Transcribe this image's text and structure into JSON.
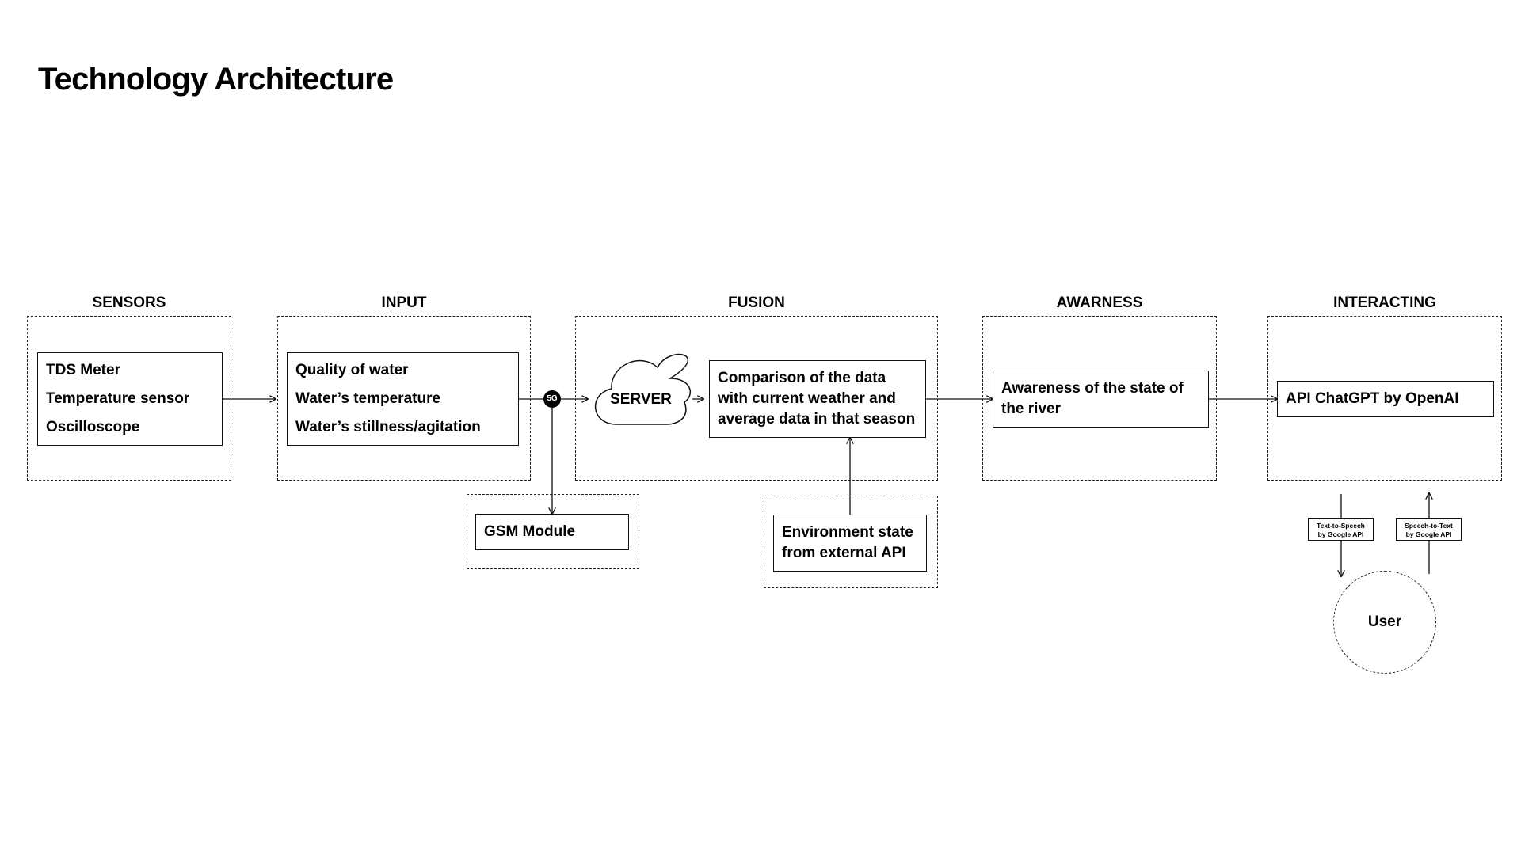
{
  "title": "Technology Architecture",
  "stages": {
    "sensors": "SENSORS",
    "input": "INPUT",
    "fusion": "FUSION",
    "awareness": "AWARNESS",
    "interacting": "INTERACTING"
  },
  "sensors_items": [
    "TDS Meter",
    "Temperature sensor",
    "Oscilloscope"
  ],
  "input_items": [
    "Quality of water",
    "Water’s temperature",
    "Water’s stillness/agitation"
  ],
  "network_badge": "5G",
  "gsm_module": "GSM Module",
  "server_label": "SERVER",
  "comparison_lines": [
    "Comparison of the data",
    "with current weather and",
    "average data in that season"
  ],
  "environment_lines": [
    "Environment state",
    "from external API"
  ],
  "awareness_lines": [
    "Awareness of the state of",
    "the river"
  ],
  "chatgpt": "API ChatGPT by OpenAI",
  "tts_lines": [
    "Text-to-Speech",
    "by Google API"
  ],
  "stt_lines": [
    "Speech-to-Text",
    "by Google API"
  ],
  "user": "User"
}
